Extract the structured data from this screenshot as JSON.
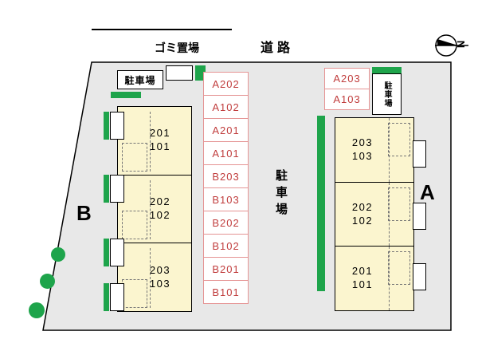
{
  "legend": {
    "garbage_label": "ゴミ置場",
    "road_label": "道路",
    "compass_letter": "N"
  },
  "parking": {
    "vertical_label": "駐車場",
    "left_box_label": "駐車場",
    "right_box_label": "駐車場",
    "center_spaces": [
      "A202",
      "A102",
      "A201",
      "A101",
      "B203",
      "B103",
      "B202",
      "B102",
      "B201",
      "B101"
    ],
    "right_spaces": [
      "A203",
      "A103"
    ]
  },
  "buildings": {
    "b": {
      "letter": "B",
      "units": [
        {
          "upper": "201",
          "lower": "101"
        },
        {
          "upper": "202",
          "lower": "102"
        },
        {
          "upper": "203",
          "lower": "103"
        }
      ]
    },
    "a": {
      "letter": "A",
      "units": [
        {
          "upper": "203",
          "lower": "103"
        },
        {
          "upper": "202",
          "lower": "102"
        },
        {
          "upper": "201",
          "lower": "101"
        }
      ]
    }
  },
  "colors": {
    "site_fill": "#e8e8e8",
    "building_fill": "#fbf5cf",
    "green": "#1ea44b",
    "parking_border": "#e59494",
    "parking_text": "#c03c3c"
  }
}
